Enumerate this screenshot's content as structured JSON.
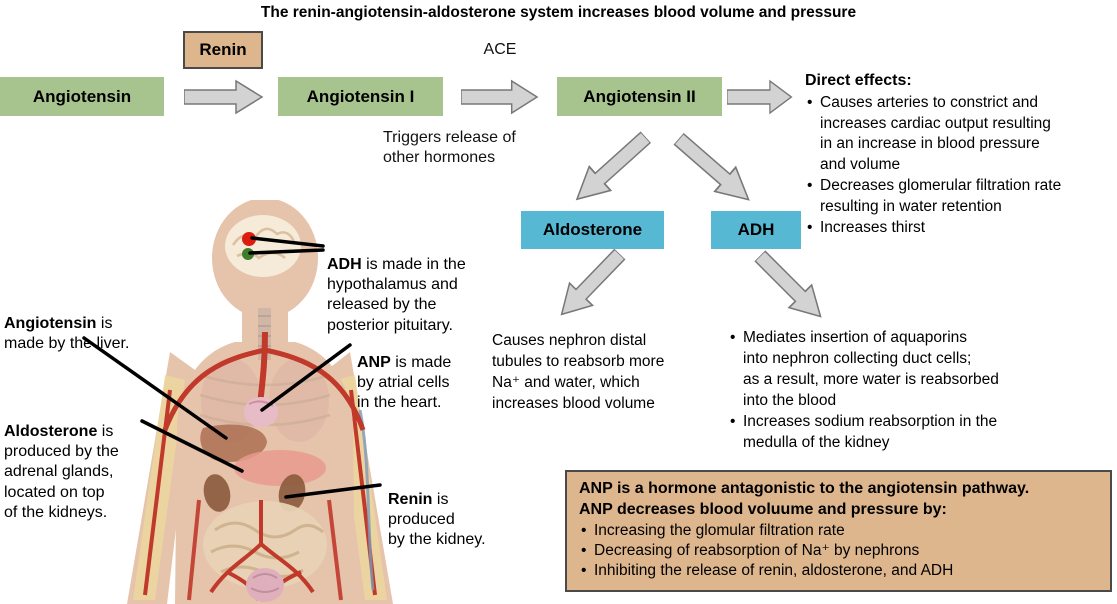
{
  "title": "The renin-angiotensin-aldosterone system increases blood volume and pressure",
  "flow": {
    "renin_label": "Renin",
    "ace_label": "ACE",
    "boxes": {
      "angiotensin": "Angiotensin",
      "angiotensin1": "Angiotensin I",
      "angiotensin2": "Angiotensin II",
      "aldosterone": "Aldosterone",
      "adh": "ADH"
    },
    "triggers_note": "Triggers release of\nother hormones"
  },
  "direct_effects": {
    "heading": "Direct effects:",
    "bullets": [
      "Causes arteries to constrict and\nincreases cardiac output resulting\nin an increase in blood pressure\nand volume",
      "Decreases glomerular filtration rate\nresulting in water retention",
      "Increases thirst"
    ]
  },
  "aldosterone_effect": "Causes nephron distal\ntubules to reabsorb more\nNa⁺ and water, which\nincreases blood volume",
  "adh_effects": {
    "bullets": [
      "Mediates insertion of aquaporins\ninto nephron collecting duct cells;\nas a result, more water is reabsorbed\ninto the blood",
      "Increases sodium reabsorption in the\nmedulla of the kidney"
    ]
  },
  "body_labels": {
    "adh": {
      "bold": "ADH",
      "rest": " is made in the\nhypothalamus and\nreleased by the\nposterior pituitary."
    },
    "angiotensin": {
      "bold": "Angiotensin",
      "rest": " is\nmade by the liver."
    },
    "aldosterone": {
      "bold": "Aldosterone",
      "rest": " is\nproduced by the\nadrenal glands,\nlocated on top\nof the kidneys."
    },
    "anp": {
      "bold": "ANP",
      "rest": " is made\nby atrial cells\nin the heart."
    },
    "renin": {
      "bold": "Renin",
      "rest": " is\nproduced\nby the kidney."
    }
  },
  "anp_box": {
    "heading_line1": "ANP is a hormone antagonistic to the angiotensin pathway.",
    "heading_line2": "ANP decreases blood voluume and pressure by:",
    "bullets": [
      "Increasing the glomular filtration rate",
      "Decreasing of reabsorption of Na⁺ by nephrons",
      "Inhibiting the release of renin, aldosterone, and ADH"
    ]
  },
  "colors": {
    "green_box": "#a8c48e",
    "blue_box": "#57b8d4",
    "tan_box": "#ddb68d",
    "arrow_fill": "#d3d3d3",
    "arrow_stroke": "#787878",
    "red_dot": "#dd1c10",
    "green_dot": "#3f7d2c",
    "skin": "#e6c3ab",
    "artery_red": "#c0392b"
  }
}
